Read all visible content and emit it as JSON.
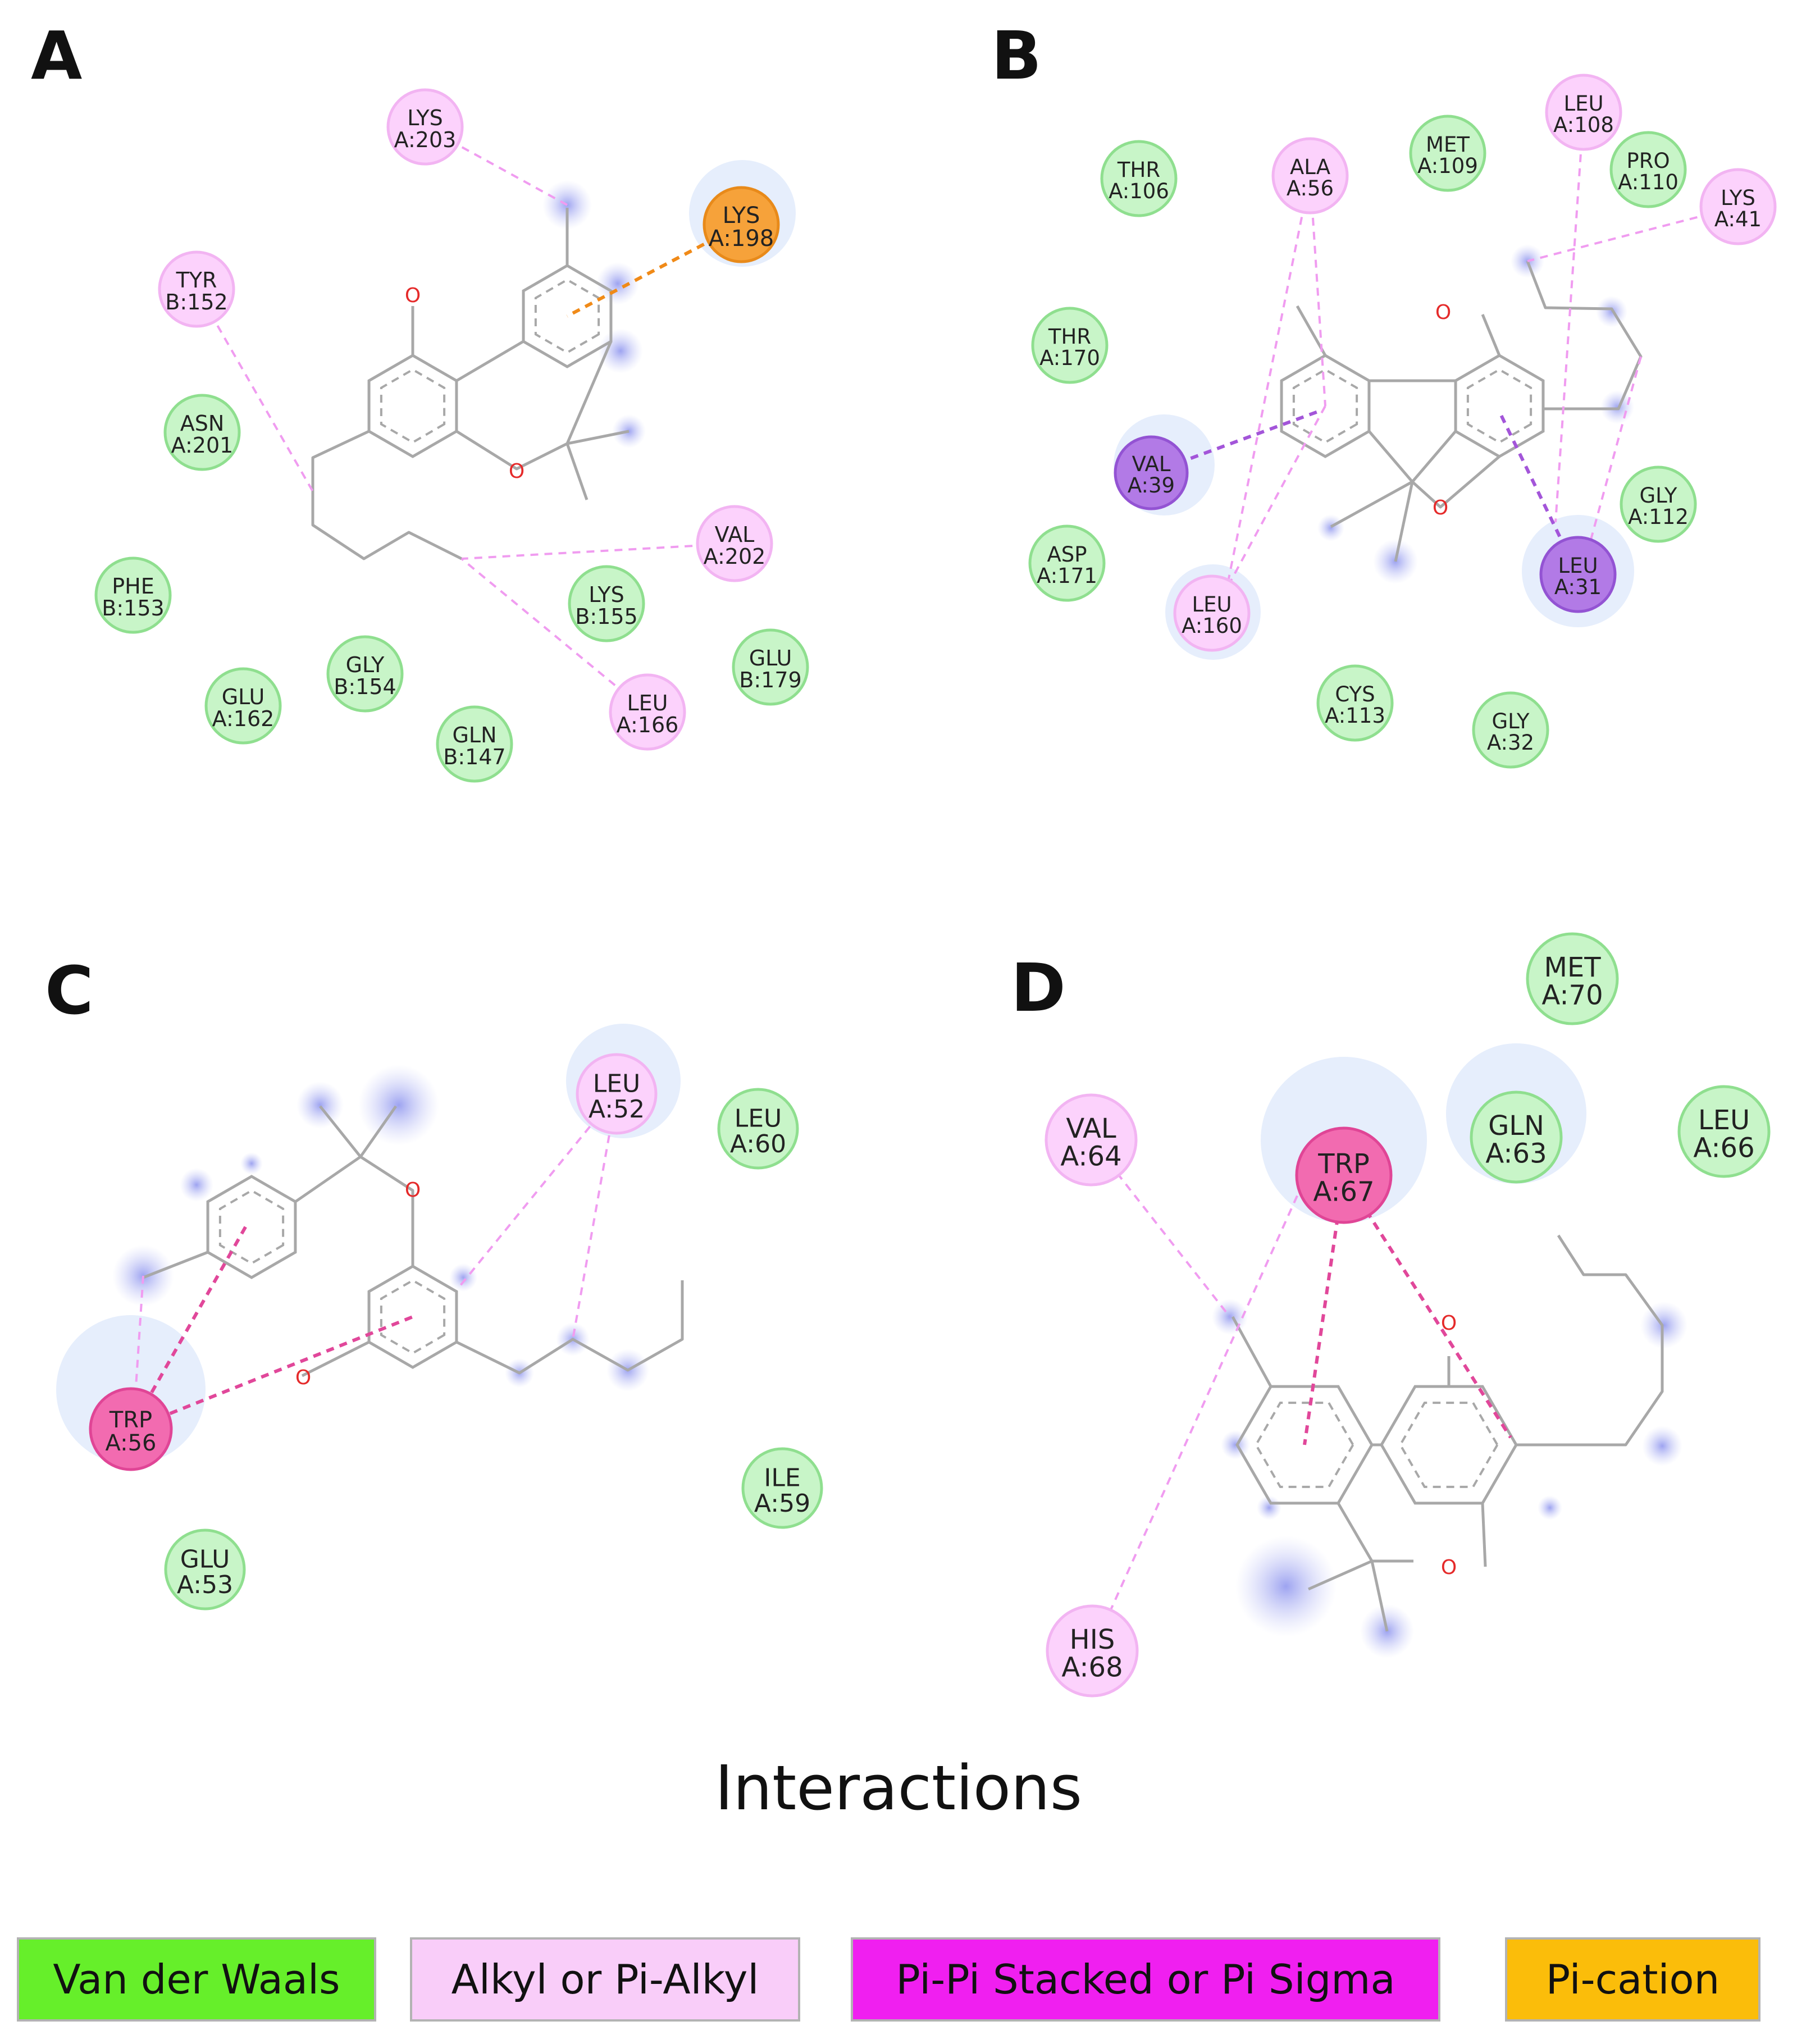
{
  "panels": [
    {
      "letter": "A",
      "residues": [
        {
          "id": "a-lys203",
          "line1": "LYS",
          "line2": "A:203",
          "type": "alkyl"
        },
        {
          "id": "a-lys198",
          "line1": "LYS",
          "line2": "A:198",
          "type": "pication"
        },
        {
          "id": "a-tyr152",
          "line1": "TYR",
          "line2": "B:152",
          "type": "alkyl"
        },
        {
          "id": "a-asn201",
          "line1": "ASN",
          "line2": "A:201",
          "type": "vdw"
        },
        {
          "id": "a-phe153",
          "line1": "PHE",
          "line2": "B:153",
          "type": "vdw"
        },
        {
          "id": "a-glu162",
          "line1": "GLU",
          "line2": "A:162",
          "type": "vdw"
        },
        {
          "id": "a-gly154",
          "line1": "GLY",
          "line2": "B:154",
          "type": "vdw"
        },
        {
          "id": "a-gln147",
          "line1": "GLN",
          "line2": "B:147",
          "type": "vdw"
        },
        {
          "id": "a-lys155",
          "line1": "LYS",
          "line2": "B:155",
          "type": "vdw"
        },
        {
          "id": "a-leu166",
          "line1": "LEU",
          "line2": "A:166",
          "type": "alkyl"
        },
        {
          "id": "a-val202",
          "line1": "VAL",
          "line2": "A:202",
          "type": "alkyl"
        },
        {
          "id": "a-glu179",
          "line1": "GLU",
          "line2": "B:179",
          "type": "vdw"
        }
      ]
    },
    {
      "letter": "B",
      "residues": [
        {
          "id": "b-thr106",
          "line1": "THR",
          "line2": "A:106",
          "type": "vdw"
        },
        {
          "id": "b-ala56",
          "line1": "ALA",
          "line2": "A:56",
          "type": "alkyl"
        },
        {
          "id": "b-met109",
          "line1": "MET",
          "line2": "A:109",
          "type": "vdw"
        },
        {
          "id": "b-leu108",
          "line1": "LEU",
          "line2": "A:108",
          "type": "alkyl"
        },
        {
          "id": "b-pro110",
          "line1": "PRO",
          "line2": "A:110",
          "type": "vdw"
        },
        {
          "id": "b-lys41",
          "line1": "LYS",
          "line2": "A:41",
          "type": "alkyl"
        },
        {
          "id": "b-thr170",
          "line1": "THR",
          "line2": "A:170",
          "type": "vdw"
        },
        {
          "id": "b-val39",
          "line1": "VAL",
          "line2": "A:39",
          "type": "sigma"
        },
        {
          "id": "b-asp171",
          "line1": "ASP",
          "line2": "A:171",
          "type": "vdw"
        },
        {
          "id": "b-leu160",
          "line1": "LEU",
          "line2": "A:160",
          "type": "alkyl"
        },
        {
          "id": "b-gly112",
          "line1": "GLY",
          "line2": "A:112",
          "type": "vdw"
        },
        {
          "id": "b-leu31",
          "line1": "LEU",
          "line2": "A:31",
          "type": "sigma"
        },
        {
          "id": "b-cys113",
          "line1": "CYS",
          "line2": "A:113",
          "type": "vdw"
        },
        {
          "id": "b-gly32",
          "line1": "GLY",
          "line2": "A:32",
          "type": "vdw"
        }
      ]
    },
    {
      "letter": "C",
      "residues": [
        {
          "id": "c-leu52",
          "line1": "LEU",
          "line2": "A:52",
          "type": "alkyl"
        },
        {
          "id": "c-leu60",
          "line1": "LEU",
          "line2": "A:60",
          "type": "vdw"
        },
        {
          "id": "c-trp56",
          "line1": "TRP",
          "line2": "A:56",
          "type": "pipi"
        },
        {
          "id": "c-ile59",
          "line1": "ILE",
          "line2": "A:59",
          "type": "vdw"
        },
        {
          "id": "c-glu53",
          "line1": "GLU",
          "line2": "A:53",
          "type": "vdw"
        }
      ]
    },
    {
      "letter": "D",
      "residues": [
        {
          "id": "d-met70",
          "line1": "MET",
          "line2": "A:70",
          "type": "vdw"
        },
        {
          "id": "d-val64",
          "line1": "VAL",
          "line2": "A:64",
          "type": "alkyl"
        },
        {
          "id": "d-trp67",
          "line1": "TRP",
          "line2": "A:67",
          "type": "pipi"
        },
        {
          "id": "d-gln63",
          "line1": "GLN",
          "line2": "A:63",
          "type": "vdw"
        },
        {
          "id": "d-leu66",
          "line1": "LEU",
          "line2": "A:66",
          "type": "vdw"
        },
        {
          "id": "d-his68",
          "line1": "HIS",
          "line2": "A:68",
          "type": "alkyl"
        }
      ]
    }
  ],
  "atom_label": "O",
  "title": "Interactions",
  "legend": [
    {
      "label": "Van der Waals",
      "color": "#66ef2a"
    },
    {
      "label": "Alkyl or Pi-Alkyl",
      "color": "#f9cdf9"
    },
    {
      "label": "Pi-Pi Stacked or Pi Sigma",
      "color": "#f01ff0"
    },
    {
      "label": "Pi-cation",
      "color": "#fbbd0a"
    }
  ],
  "colors": {
    "vdw_fill": "#c8f5c8",
    "vdw_ring": "#8fdf8f",
    "alkyl_fill": "#fcd2fc",
    "alkyl_ring": "#f2b4f2",
    "pipi_fill": "#f26bb0",
    "pipi_ring": "#e04596",
    "sigma_fill": "#b27ae6",
    "sigma_ring": "#9353d3",
    "pication_fill": "#f6a23a",
    "pication_ring": "#e88a1a",
    "alkyl_line": "#f09cf0",
    "pipi_line": "#e1479a",
    "sigma_line": "#a355d9",
    "pication_line": "#f08a18",
    "bond": "#a8a8a8",
    "halo": "#e6eefc",
    "blob": "#aab0f2"
  }
}
